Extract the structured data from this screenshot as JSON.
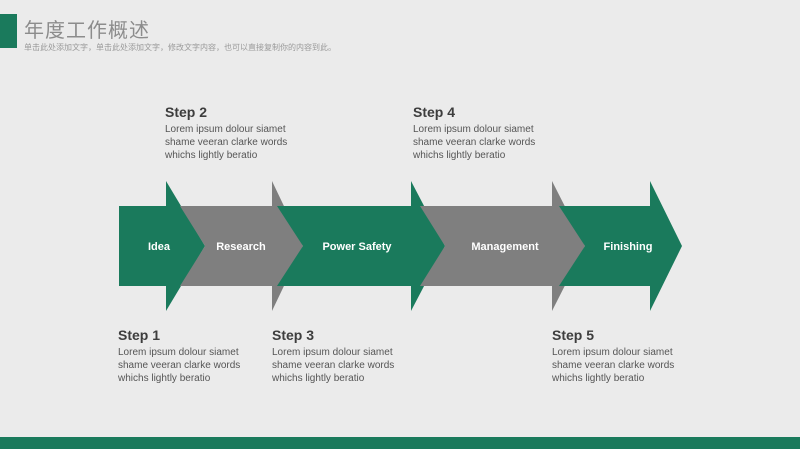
{
  "header": {
    "title": "年度工作概述",
    "subtitle": "单击此处添加文字，单击此处添加文字，修改文字内容，也可以直接复制你的内容到此。"
  },
  "colors": {
    "green": "#1a7a5c",
    "gray": "#7f7f7f",
    "background": "#ebebeb"
  },
  "stages": [
    {
      "label": "Idea",
      "color": "green"
    },
    {
      "label": "Research",
      "color": "gray"
    },
    {
      "label": "Power Safety",
      "color": "green"
    },
    {
      "label": "Management",
      "color": "gray"
    },
    {
      "label": "Finishing",
      "color": "green"
    }
  ],
  "steps": [
    {
      "title": "Step 1",
      "lines": [
        "Lorem ipsum dolour siamet",
        "shame veeran clarke words",
        "whichs lightly beratio"
      ]
    },
    {
      "title": "Step 2",
      "lines": [
        "Lorem ipsum dolour siamet",
        "shame veeran clarke words",
        "whichs lightly beratio"
      ]
    },
    {
      "title": "Step 3",
      "lines": [
        "Lorem ipsum dolour siamet",
        "shame veeran clarke words",
        "whichs lightly beratio"
      ]
    },
    {
      "title": "Step 4",
      "lines": [
        "Lorem ipsum dolour siamet",
        "shame veeran clarke words",
        "whichs lightly beratio"
      ]
    },
    {
      "title": "Step 5",
      "lines": [
        "Lorem ipsum dolour siamet",
        "shame veeran clarke words",
        "whichs lightly beratio"
      ]
    }
  ]
}
